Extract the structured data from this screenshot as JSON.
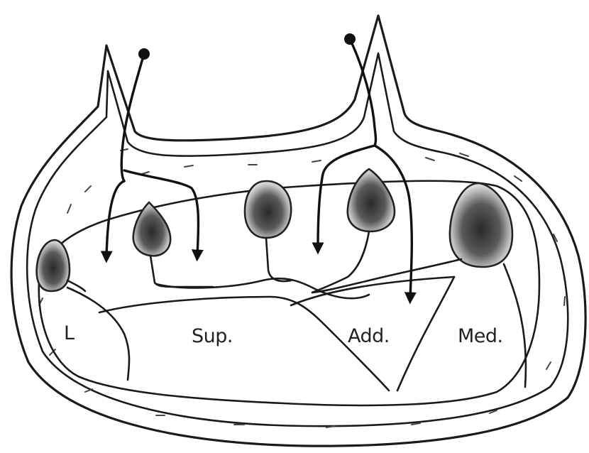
{
  "diagram": {
    "compartment_labels": [
      {
        "id": "lateral",
        "text": "L"
      },
      {
        "id": "superficial",
        "text": "Sup."
      },
      {
        "id": "adductor",
        "text": "Add."
      },
      {
        "id": "medial",
        "text": "Med."
      }
    ]
  }
}
